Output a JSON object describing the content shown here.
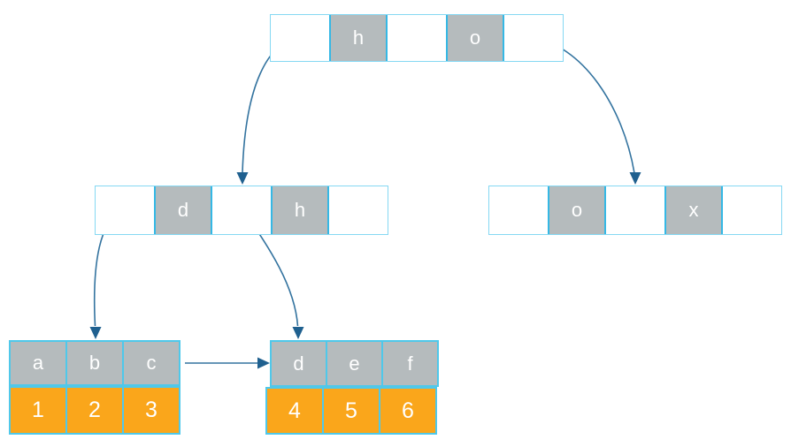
{
  "diagram": {
    "root": {
      "cells": [
        "",
        "h",
        "",
        "o",
        ""
      ]
    },
    "internal_left": {
      "cells": [
        "",
        "d",
        "",
        "h",
        ""
      ]
    },
    "internal_right": {
      "cells": [
        "",
        "o",
        "",
        "x",
        ""
      ]
    },
    "leaf_left": {
      "keys": [
        "a",
        "b",
        "c"
      ],
      "values": [
        "1",
        "2",
        "3"
      ]
    },
    "leaf_right": {
      "keys": [
        "d",
        "e",
        "f"
      ],
      "values": [
        "4",
        "5",
        "6"
      ]
    }
  },
  "colors": {
    "node_border": "#85d8f3",
    "key_cell_border": "#35b8e5",
    "key_cell_fill": "#b5bbbd",
    "leaf_cell_border": "#4fc8ea",
    "value_cell_fill": "#faa61b",
    "cell_text": "#ffffff",
    "arrow_stroke": "#33739f",
    "arrow_head": "#1f608f",
    "background": "#ffffff"
  }
}
